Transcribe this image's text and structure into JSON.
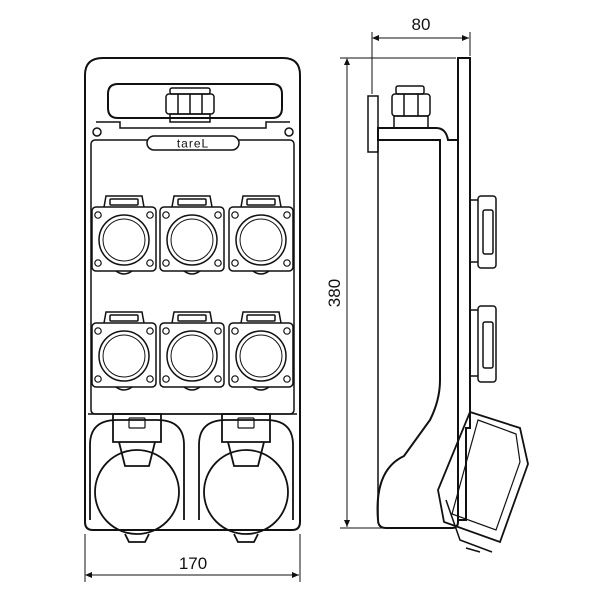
{
  "brand_label": "tareL",
  "dimensions": {
    "width": "170",
    "depth": "80",
    "height": "380"
  },
  "front_view": {
    "small_sockets_rows": 2,
    "small_sockets_per_row": 3,
    "large_sockets": 2
  },
  "side_view": {
    "side_sockets": 2,
    "angled_socket": 1
  },
  "colors": {
    "line": "#111111",
    "background": "#ffffff"
  }
}
